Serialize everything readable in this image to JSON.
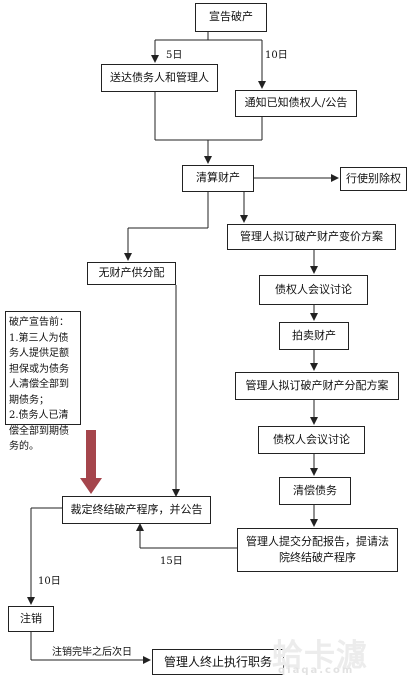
{
  "nodes": {
    "declare": "宣告破产",
    "deliver": "送达债务人和管理人",
    "notify": "通知已知债权人/公告",
    "liquidate": "清算财产",
    "exclude": "行使别除权",
    "plan_sale": "管理人拟订破产财产变价方案",
    "no_assets": "无财产供分配",
    "creditors_meeting_1": "债权人会议讨论",
    "auction": "拍卖财产",
    "plan_distribution": "管理人拟订破产财产分配方案",
    "creditors_meeting_2": "债权人会议讨论",
    "pay_debts": "清偿债务",
    "terminate": "裁定终结破产程序，并公告",
    "report": "管理人提交分配报告，提请法院终结破产程序",
    "cancel": "注销",
    "end_duty": "管理人终止执行职务"
  },
  "edges": {
    "days_5": "5日",
    "days_10_top": "10日",
    "days_15": "15日",
    "days_10_bottom": "10日",
    "after_cancel": "注销完毕之后次日"
  },
  "note": {
    "title": "破产宣告前：",
    "item1": "1.第三人为债务人提供足额担保或为债务人清偿全部到期债务；",
    "item2": "2.债务人已清偿全部到期债务的。"
  },
  "watermark": {
    "brand": "蛤卡濾",
    "domain": "qiaqa.com"
  },
  "colors": {
    "arrow": "#222222",
    "big_arrow": "#a5454c"
  }
}
